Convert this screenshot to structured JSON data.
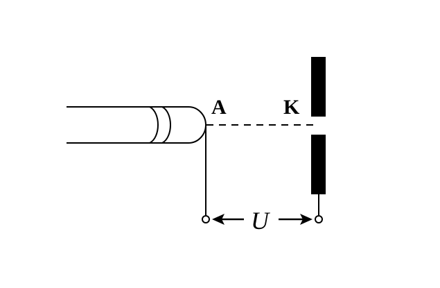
{
  "diagram": {
    "label_a": "A",
    "label_k": "K",
    "label_u": "U",
    "colors": {
      "line": "#000000",
      "background": "#ffffff"
    }
  }
}
